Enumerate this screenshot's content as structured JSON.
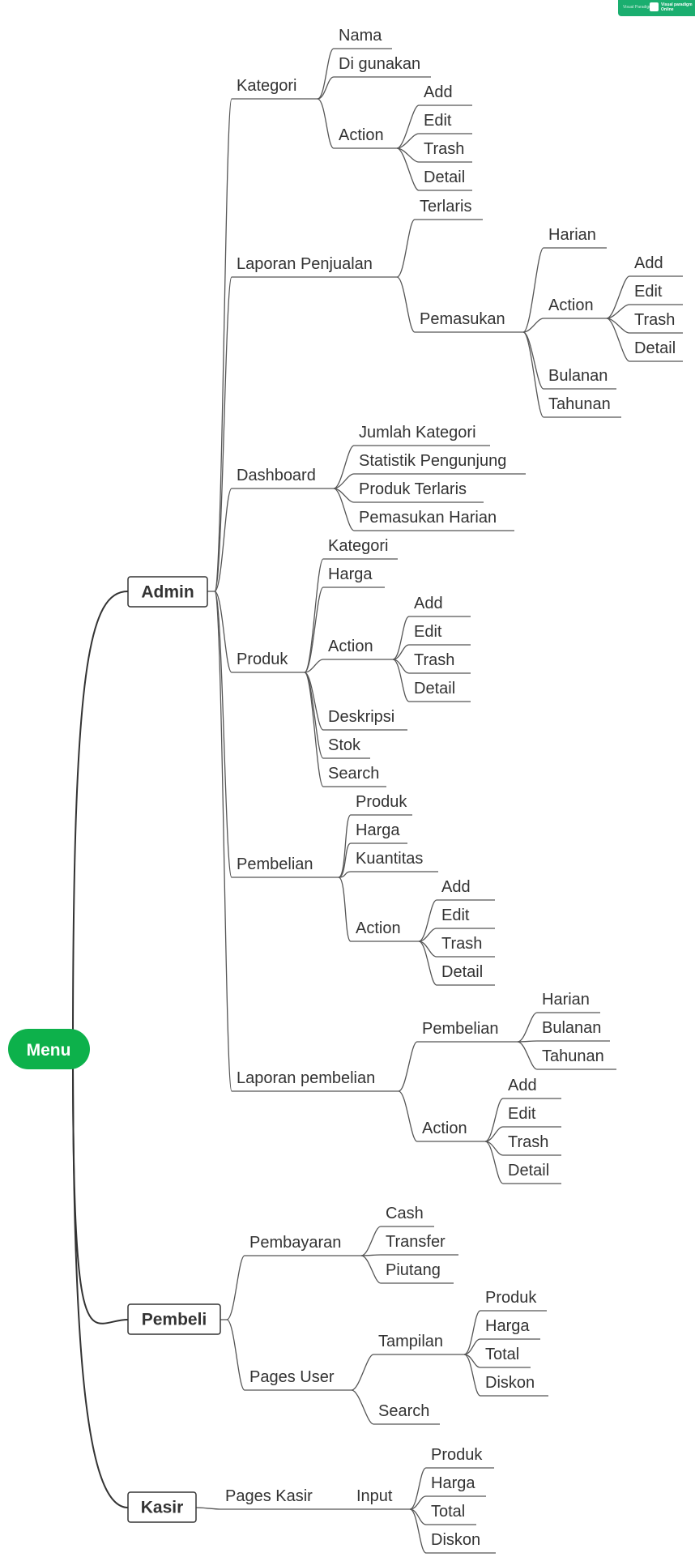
{
  "watermark": {
    "made_with": "Visual Paradigm",
    "brand_line1": "Visual paradigm",
    "brand_line2": "Online"
  },
  "colors": {
    "root_fill": "#0db14b",
    "root_text": "#ffffff",
    "line": "#555555",
    "text": "#333333",
    "box_border": "#333333"
  },
  "root": {
    "label": "Menu"
  },
  "groups": {
    "admin": "Admin",
    "pembeli": "Pembeli",
    "kasir": "Kasir"
  },
  "admin": {
    "kategori": {
      "label": "Kategori",
      "nama": "Nama",
      "di_gunakan": "Di gunakan",
      "action": "Action",
      "add": "Add",
      "edit": "Edit",
      "trash": "Trash",
      "detail": "Detail"
    },
    "laporan_penjualan": {
      "label": "Laporan Penjualan",
      "terlaris": "Terlaris",
      "pemasukan": "Pemasukan",
      "harian": "Harian",
      "action": "Action",
      "add": "Add",
      "edit": "Edit",
      "trash": "Trash",
      "detail": "Detail",
      "bulanan": "Bulanan",
      "tahunan": "Tahunan"
    },
    "dashboard": {
      "label": "Dashboard",
      "jumlah_kategori": "Jumlah Kategori",
      "statistik": "Statistik Pengunjung",
      "produk_terlaris": "Produk Terlaris",
      "pemasukan_harian": "Pemasukan Harian"
    },
    "produk": {
      "label": "Produk",
      "kategori": "Kategori",
      "harga": "Harga",
      "action": "Action",
      "add": "Add",
      "edit": "Edit",
      "trash": "Trash",
      "detail": "Detail",
      "deskripsi": "Deskripsi",
      "stok": "Stok",
      "search": "Search"
    },
    "pembelian": {
      "label": "Pembelian",
      "produk": "Produk",
      "harga": "Harga",
      "kuantitas": "Kuantitas",
      "action": "Action",
      "add": "Add",
      "edit": "Edit",
      "trash": "Trash",
      "detail": "Detail"
    },
    "laporan_pembelian": {
      "label": "Laporan pembelian",
      "pembelian": "Pembelian",
      "harian": "Harian",
      "bulanan": "Bulanan",
      "tahunan": "Tahunan",
      "action": "Action",
      "add": "Add",
      "edit": "Edit",
      "trash": "Trash",
      "detail": "Detail"
    }
  },
  "pembeli": {
    "pembayaran": {
      "label": "Pembayaran",
      "cash": "Cash",
      "transfer": "Transfer",
      "piutang": "Piutang"
    },
    "pages_user": {
      "label": "Pages User",
      "tampilan": "Tampilan",
      "produk": "Produk",
      "harga": "Harga",
      "total": "Total",
      "diskon": "Diskon",
      "search": "Search"
    }
  },
  "kasir": {
    "pages_kasir": {
      "label": "Pages Kasir",
      "input": "Input",
      "produk": "Produk",
      "harga": "Harga",
      "total": "Total",
      "diskon": "Diskon"
    }
  }
}
